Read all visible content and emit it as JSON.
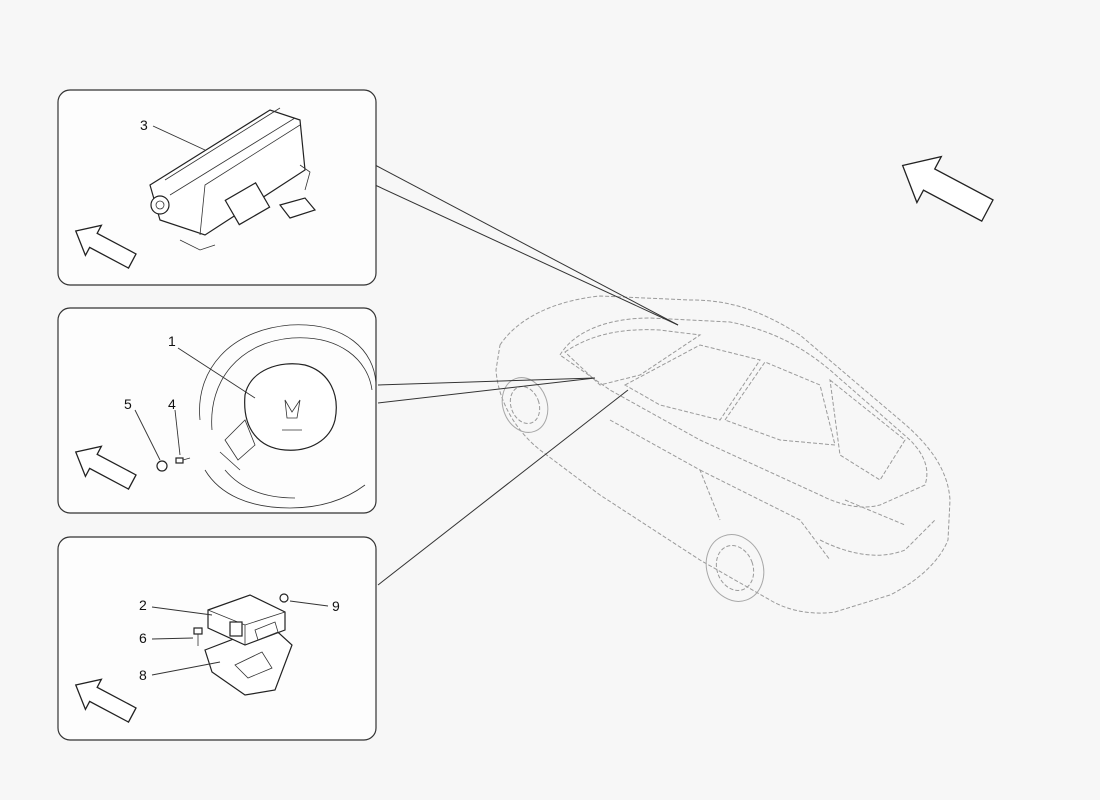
{
  "diagram": {
    "panels": [
      {
        "name": "passenger-airbag",
        "callouts": [
          "3"
        ]
      },
      {
        "name": "steering-wheel-airbag",
        "callouts": [
          "1",
          "5",
          "4"
        ]
      },
      {
        "name": "control-unit",
        "callouts": [
          "2",
          "9",
          "6",
          "8"
        ]
      }
    ],
    "callouts": {
      "c1": "1",
      "c2": "2",
      "c3": "3",
      "c4": "4",
      "c5": "5",
      "c6": "6",
      "c8": "8",
      "c9": "9"
    },
    "icons": [
      "direction-arrow-icon",
      "car-outline-icon"
    ]
  }
}
